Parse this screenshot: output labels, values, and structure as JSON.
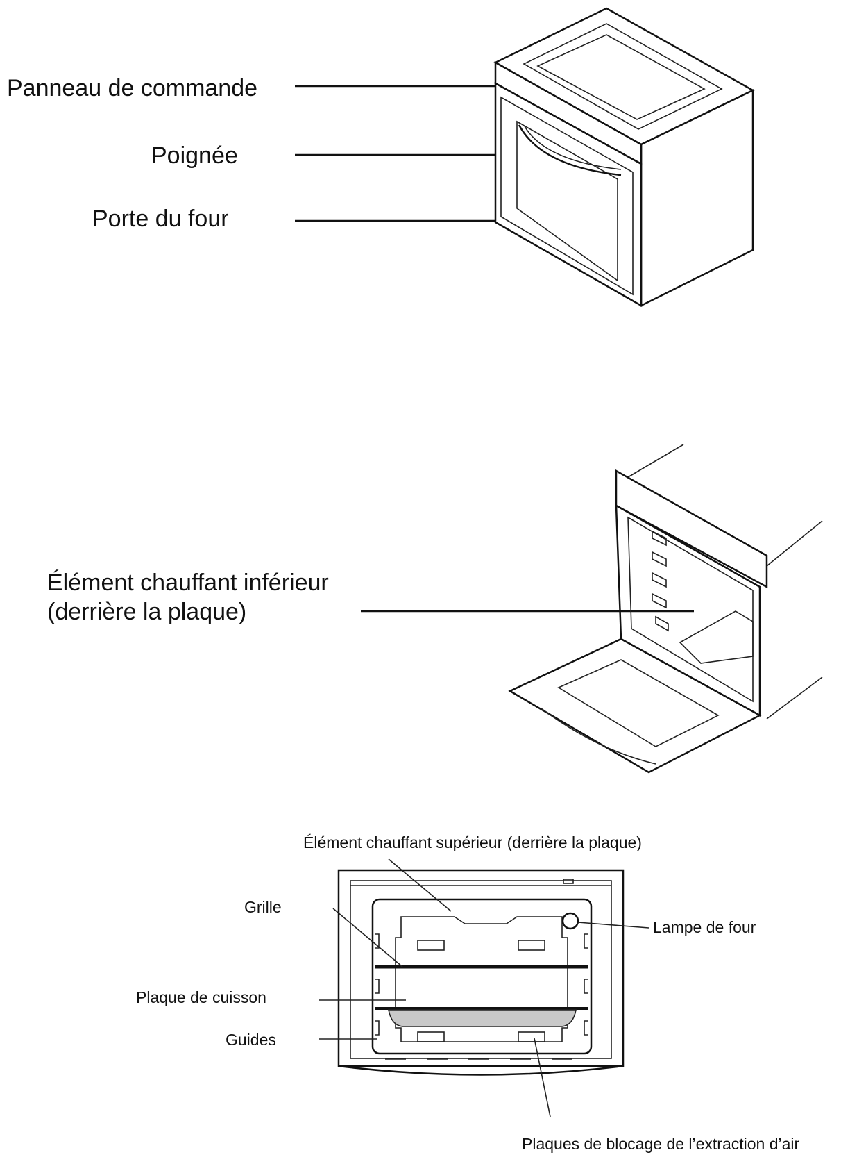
{
  "figure1": {
    "labels": [
      "Panneau de commande",
      "Poignée",
      "Porte du four"
    ]
  },
  "figure2": {
    "label_line1": "Élément chauffant inférieur",
    "label_line2": "(derrière la plaque)"
  },
  "figure3": {
    "top_label": "Élément chauffant supérieur (derrière la plaque)",
    "grille": "Grille",
    "lampe": "Lampe de four",
    "plaque_cuisson": "Plaque de cuisson",
    "guides": "Guides",
    "plaques_blocage": "Plaques de blocage de l’extraction d’air"
  }
}
